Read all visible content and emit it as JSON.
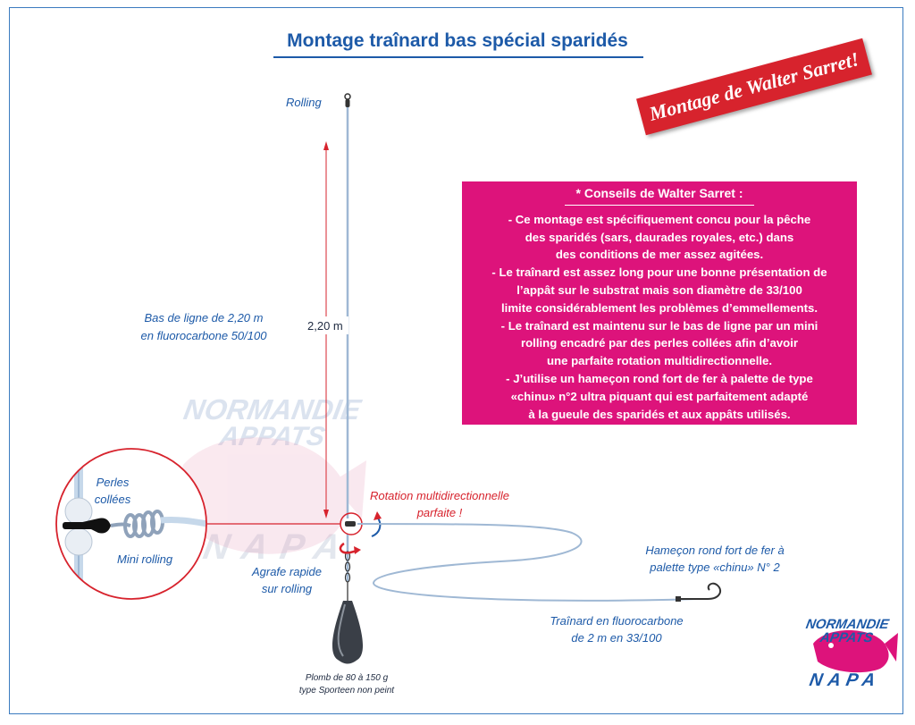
{
  "title": "Montage traînard bas spécial sparidés",
  "banner": "Montage de Walter Sarret!",
  "advice": {
    "title": "* Conseils de Walter Sarret :",
    "lines": [
      "- Ce montage est spécifiquement concu pour  la pêche",
      "des sparidés (sars, daurades royales, etc.) dans",
      "des conditions de mer assez agitées.",
      "- Le traînard est assez long pour une bonne présentation de",
      "l’appât sur le substrat mais son diamètre de 33/100",
      "limite considérablement les problèmes d’emmellements.",
      "- Le traînard est maintenu sur le bas de ligne par un mini",
      "rolling encadré par des perles collées afin d’avoir",
      "une parfaite rotation multidirectionnelle.",
      "- J’utilise  un hameçon rond fort de fer à palette de type",
      "«chinu» n°2 ultra piquant qui est parfaitement adapté",
      "à la gueule des sparidés et aux appâts utilisés."
    ]
  },
  "labels": {
    "rolling": "Rolling",
    "leader_line1": "Bas de ligne de 2,20 m",
    "leader_line2": "en fluorocarbone 50/100",
    "length": "2,20 m",
    "beads_line1": "Perles",
    "beads_line2": "collées",
    "mini_rolling": "Mini rolling",
    "rotation_line1": "Rotation multidirectionnelle",
    "rotation_line2": "parfaite !",
    "snap_line1": "Agrafe rapide",
    "snap_line2": "sur rolling",
    "hook_line1": "Hameçon rond fort de fer à",
    "hook_line2": "palette type «chinu» N° 2",
    "trailer_line1": "Traînard en fluorocarbone",
    "trailer_line2": "de 2 m en 33/100",
    "sinker_line1": "Plomb de 80 à 150 g",
    "sinker_line2": "type Sporteen non peint"
  },
  "logo": {
    "line1": "NORMANDIE",
    "line2": "APPATS",
    "line3": "NAPA"
  },
  "watermark": {
    "line1": "NORMANDIE",
    "line2": "APPATS",
    "line3": "NAPA"
  },
  "colors": {
    "accent_blue": "#1d5aa8",
    "advice_pink": "#dd137b",
    "banner_red": "#d7232d",
    "line_blue": "#9fb8d4"
  }
}
